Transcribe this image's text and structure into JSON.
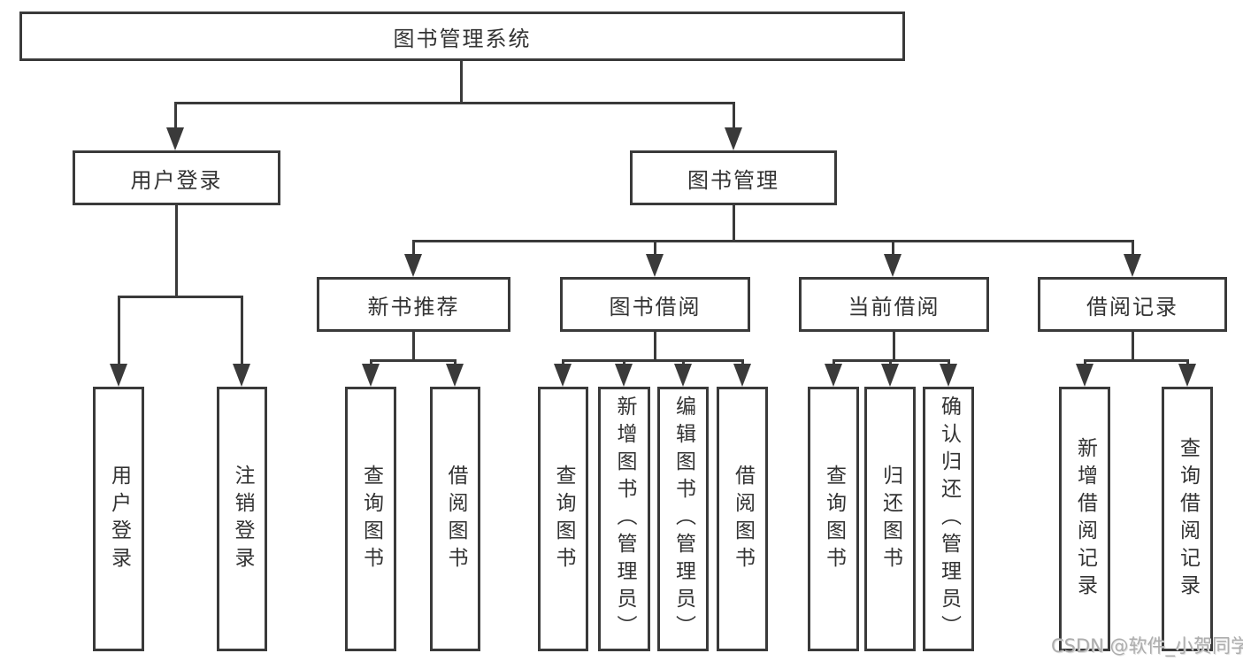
{
  "diagram": {
    "root": {
      "label": "图书管理系统"
    },
    "level1": [
      {
        "label": "用户登录"
      },
      {
        "label": "图书管理"
      }
    ],
    "level2": [
      {
        "label": "新书推荐",
        "parent": "图书管理"
      },
      {
        "label": "图书借阅",
        "parent": "图书管理"
      },
      {
        "label": "当前借阅",
        "parent": "图书管理"
      },
      {
        "label": "借阅记录",
        "parent": "图书管理"
      }
    ],
    "leaves": [
      {
        "label": "用户登录",
        "parent": "用户登录"
      },
      {
        "label": "注销登录",
        "parent": "用户登录"
      },
      {
        "label": "查询图书",
        "parent": "新书推荐"
      },
      {
        "label": "借阅图书",
        "parent": "新书推荐"
      },
      {
        "label": "查询图书",
        "parent": "图书借阅"
      },
      {
        "label": "新增图书（管理员）",
        "parent": "图书借阅"
      },
      {
        "label": "编辑图书（管理员）",
        "parent": "图书借阅"
      },
      {
        "label": "借阅图书",
        "parent": "图书借阅"
      },
      {
        "label": "查询图书",
        "parent": "当前借阅"
      },
      {
        "label": "归还图书",
        "parent": "当前借阅"
      },
      {
        "label": "确认归还（管理员）",
        "parent": "当前借阅"
      },
      {
        "label": "新增借阅记录",
        "parent": "借阅记录"
      },
      {
        "label": "查询借阅记录",
        "parent": "借阅记录"
      }
    ]
  },
  "watermark": "CSDN @软件_小贺同学",
  "colors": {
    "line": "#3a3a3a",
    "text": "#333333",
    "watermark": "#adadad",
    "background": "#ffffff"
  }
}
